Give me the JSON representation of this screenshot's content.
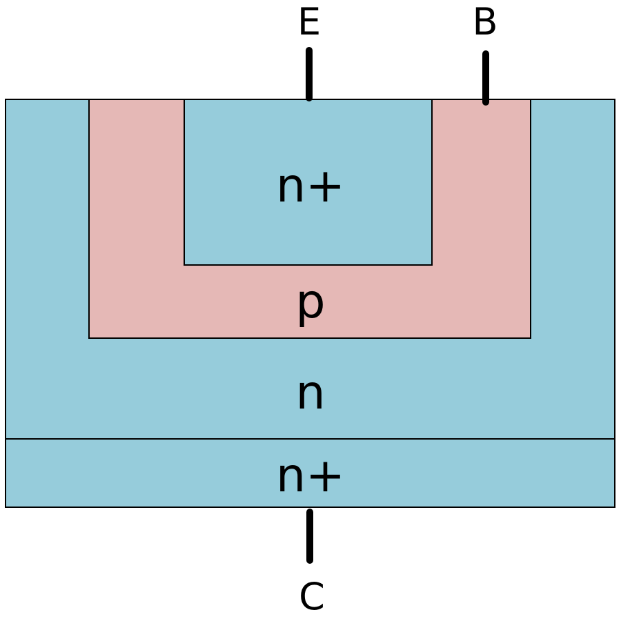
{
  "diagram": {
    "regions": {
      "n_drift": {
        "label": "n"
      },
      "p_base": {
        "label": "p"
      },
      "n_plus_emitter": {
        "label": "n+"
      },
      "n_plus_collector": {
        "label": "n+"
      }
    },
    "terminals": {
      "emitter": {
        "label": "E"
      },
      "base": {
        "label": "B"
      },
      "collector": {
        "label": "C"
      }
    },
    "colors": {
      "n_type": "#96CCDB",
      "p_type": "#E5B8B6",
      "outline": "#000000"
    }
  }
}
